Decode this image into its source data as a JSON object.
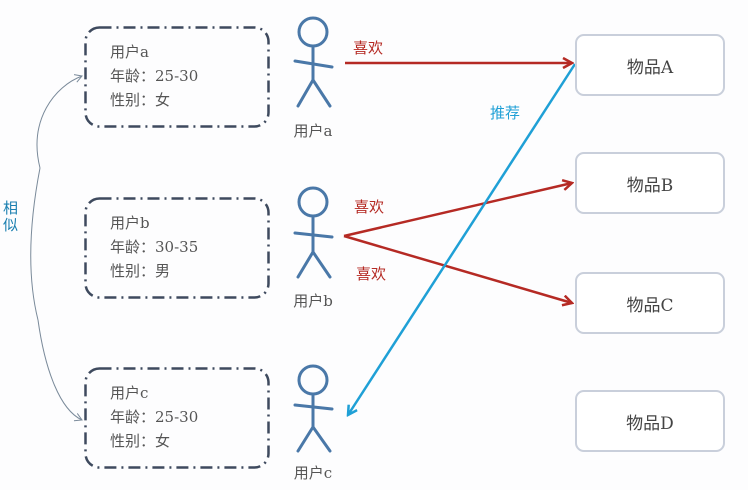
{
  "users": [
    {
      "name_line": "用户a",
      "age_line": "年龄：25-30",
      "gender_line": "性别：女",
      "label": "用户a"
    },
    {
      "name_line": "用户b",
      "age_line": "年龄：30-35",
      "gender_line": "性别：男",
      "label": "用户b"
    },
    {
      "name_line": "用户c",
      "age_line": "年龄：25-30",
      "gender_line": "性别：女",
      "label": "用户c"
    }
  ],
  "items": [
    {
      "label": "物品A"
    },
    {
      "label": "物品B"
    },
    {
      "label": "物品C"
    },
    {
      "label": "物品D"
    }
  ],
  "relations": {
    "like_a_A": "喜欢",
    "like_b_B": "喜欢",
    "like_b_C": "喜欢",
    "recommend": "推荐",
    "similar": "相似"
  },
  "colors": {
    "like": "#b52a24",
    "recommend": "#1fa0d6",
    "figure": "#4a78a8",
    "dashed_border": "#3e4a5e",
    "item_border": "#c9cfdb"
  }
}
